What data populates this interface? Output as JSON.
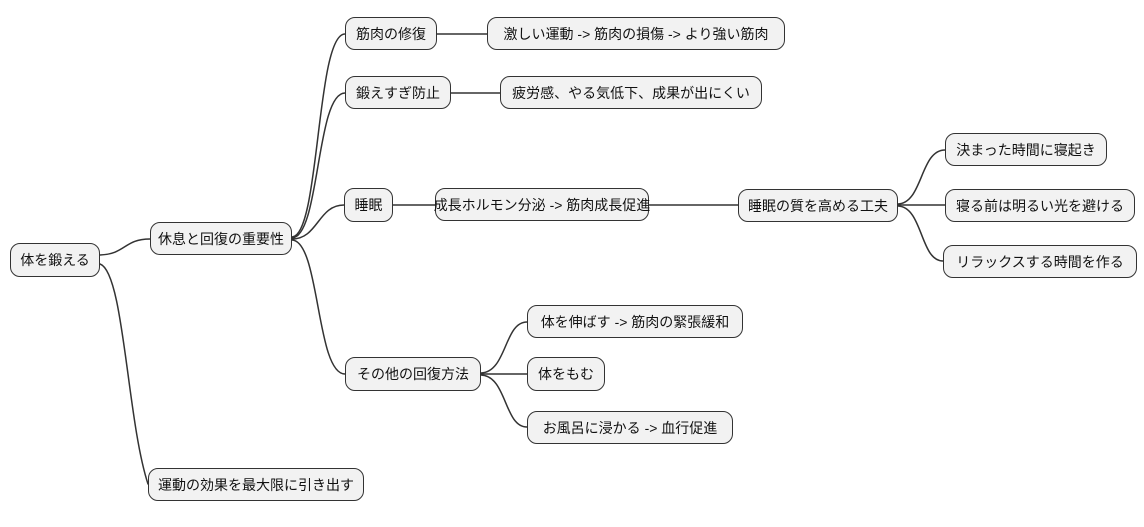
{
  "diagram": {
    "type": "mindmap",
    "root_label": "体を鍛える",
    "colors": {
      "background": "#ffffff",
      "node_fill": "#f2f2f2",
      "node_border": "#333333",
      "edge": "#333333",
      "text": "#111111"
    },
    "nodes": [
      {
        "id": "root",
        "label": "体を鍛える",
        "parent": null
      },
      {
        "id": "rest-recovery",
        "label": "休息と回復の重要性",
        "parent": "root"
      },
      {
        "id": "muscle-repair",
        "label": "筋肉の修復",
        "parent": "rest-recovery"
      },
      {
        "id": "muscle-repair-detail",
        "label": "激しい運動 -> 筋肉の損傷 -> より強い筋肉",
        "parent": "muscle-repair"
      },
      {
        "id": "overtraining-prevention",
        "label": "鍛えすぎ防止",
        "parent": "rest-recovery"
      },
      {
        "id": "overtraining-detail",
        "label": "疲労感、やる気低下、成果が出にくい",
        "parent": "overtraining-prevention"
      },
      {
        "id": "sleep",
        "label": "睡眠",
        "parent": "rest-recovery"
      },
      {
        "id": "sleep-detail",
        "label": "成長ホルモン分泌 -> 筋肉成長促進",
        "parent": "sleep"
      },
      {
        "id": "sleep-quality",
        "label": "睡眠の質を高める工夫",
        "parent": "sleep-detail"
      },
      {
        "id": "sleep-quality-schedule",
        "label": "決まった時間に寝起き",
        "parent": "sleep-quality"
      },
      {
        "id": "sleep-quality-light",
        "label": "寝る前は明るい光を避ける",
        "parent": "sleep-quality"
      },
      {
        "id": "sleep-quality-relax",
        "label": "リラックスする時間を作る",
        "parent": "sleep-quality"
      },
      {
        "id": "other-recovery",
        "label": "その他の回復方法",
        "parent": "rest-recovery"
      },
      {
        "id": "stretch",
        "label": "体を伸ばす -> 筋肉の緊張緩和",
        "parent": "other-recovery"
      },
      {
        "id": "massage",
        "label": "体をもむ",
        "parent": "other-recovery"
      },
      {
        "id": "bath",
        "label": "お風呂に浸かる -> 血行促進",
        "parent": "other-recovery"
      },
      {
        "id": "maximize-effect",
        "label": "運動の効果を最大限に引き出す",
        "parent": "root"
      }
    ]
  }
}
